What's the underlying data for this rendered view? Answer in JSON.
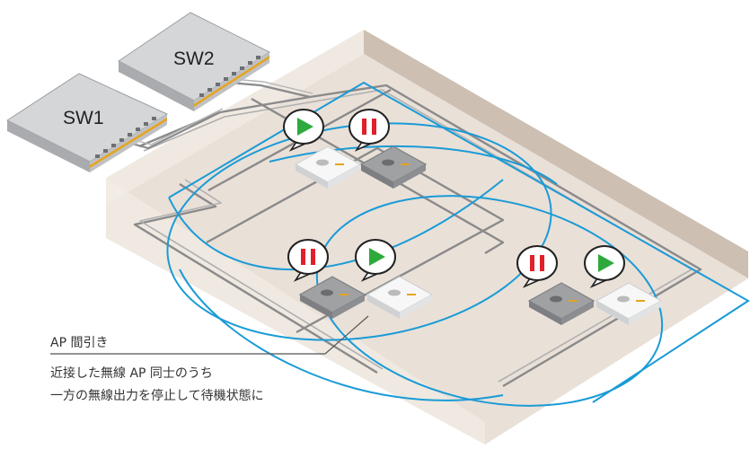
{
  "switches": [
    {
      "label": "SW1"
    },
    {
      "label": "SW2"
    }
  ],
  "access_points": [
    {
      "state": "active",
      "icon": "play-icon"
    },
    {
      "state": "standby",
      "icon": "pause-icon"
    },
    {
      "state": "standby",
      "icon": "pause-icon"
    },
    {
      "state": "active",
      "icon": "play-icon"
    },
    {
      "state": "standby",
      "icon": "pause-icon"
    },
    {
      "state": "active",
      "icon": "play-icon"
    }
  ],
  "caption": {
    "title": "AP 間引き",
    "line1": "近接した無線 AP 同士のうち",
    "line2": "一方の無線出力を停止して待機状態に"
  },
  "colors": {
    "active": "#2eaa3c",
    "standby": "#e0202a",
    "coverage": "#1a9bd6",
    "cable": "#8a8a8a",
    "floor": "#e9e0d8",
    "wall": "#cbbcae"
  }
}
